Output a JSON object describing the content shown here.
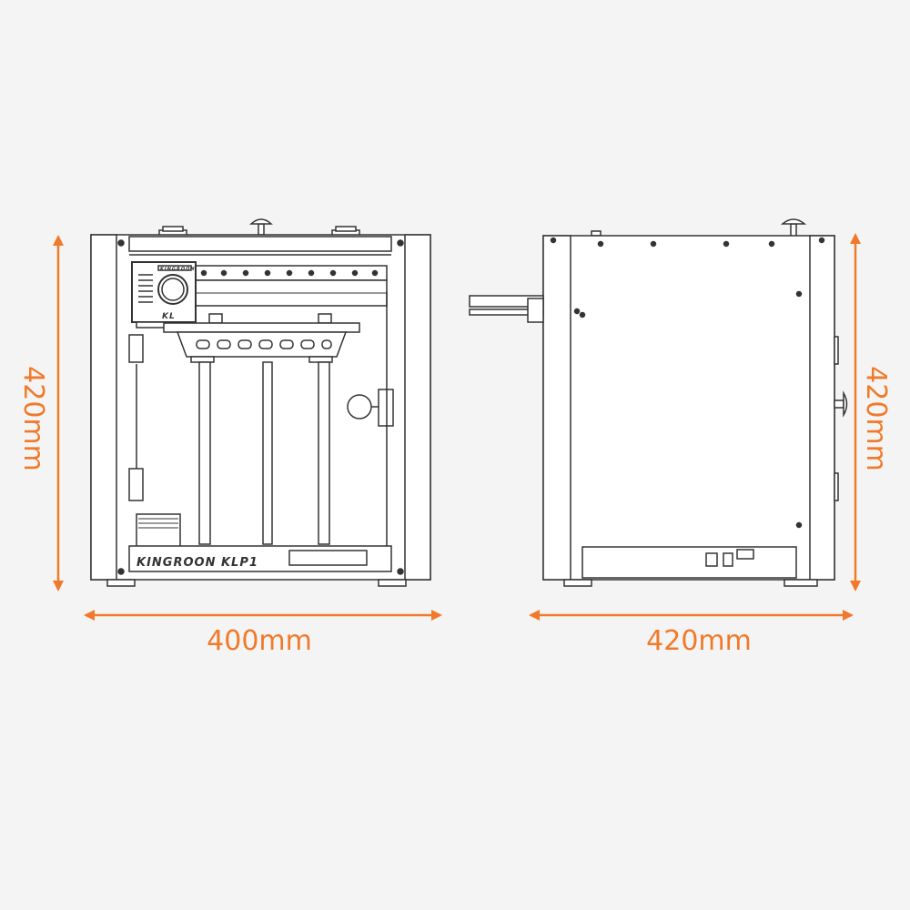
{
  "colors": {
    "background": "#f4f4f4",
    "line": "#333333",
    "accent": "#f07a2a",
    "panel": "#ffffff"
  },
  "dimensions": {
    "front_width": "400mm",
    "front_height": "420mm",
    "side_depth": "420mm",
    "side_height": "420mm"
  },
  "printer": {
    "front_brand": "KINGROON KLP1",
    "hotend_brand": "KINGROON",
    "hotend_logo": "KL"
  }
}
